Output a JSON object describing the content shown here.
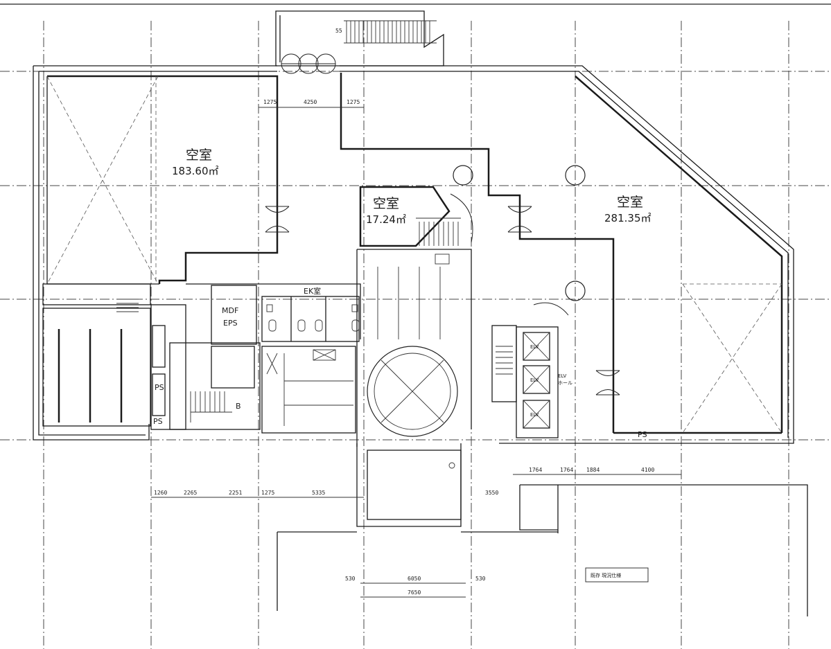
{
  "rooms": {
    "vacant_a": {
      "name": "空室",
      "area": "183.60㎡"
    },
    "vacant_b": {
      "name": "空室",
      "area": "17.24㎡"
    },
    "vacant_c": {
      "name": "空室",
      "area": "281.35㎡"
    }
  },
  "labels": {
    "mdf": "MDF",
    "eps": "EPS",
    "ek": "EK室",
    "ps_left": "PS",
    "ps_right": "PS",
    "elv1": "ELV",
    "elv2": "ELV",
    "elv3": "ELV",
    "elv_hall": "ELV",
    "elv_hall_sub": "ホール",
    "ps_mid": "PS",
    "small_b": "B",
    "dim_55": "55"
  },
  "dimensions": {
    "top1": "1275",
    "top2": "4250",
    "top3": "1275",
    "bottom1": "1260",
    "bottom2": "2265",
    "bottom3": "2251",
    "bottom4": "1275",
    "bottom5": "5335",
    "right1": "1764",
    "right2": "1764",
    "right3": "1884",
    "right4": "4100",
    "entry1": "530",
    "entry2": "6050",
    "entry3": "530",
    "entry_total": "7650",
    "side1": "3550"
  },
  "legend": {
    "text": "既存 現況仕様"
  }
}
